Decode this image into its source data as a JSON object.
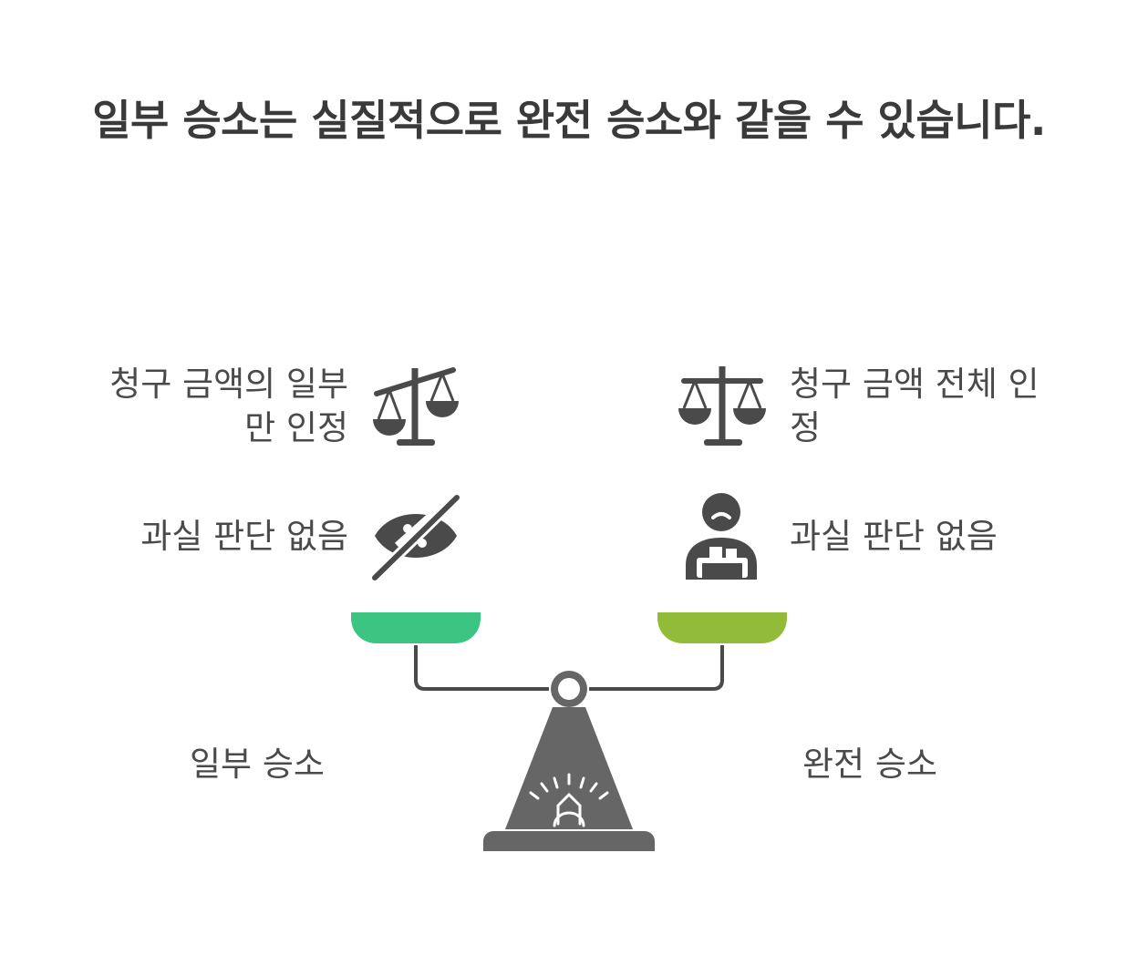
{
  "title": "일부 승소는 실질적으로 완전 승소와 같을 수 있습니다.",
  "left": {
    "heading": "일부 승소",
    "items": [
      {
        "label": "청구 금액의 일부 만 인정",
        "icon": "scales-tilted-icon"
      },
      {
        "label": "과실 판단 없음",
        "icon": "eye-off-icon"
      }
    ],
    "pan_color": "#3cc482"
  },
  "right": {
    "heading": "완전 승소",
    "items": [
      {
        "label": "청구 금액 전체 인정",
        "icon": "scales-balanced-icon"
      },
      {
        "label": "과실 판단 없음",
        "icon": "person-at-desk-icon"
      }
    ],
    "pan_color": "#93bb3a"
  },
  "colors": {
    "icon": "#4a4a4a",
    "stand": "#666666"
  }
}
